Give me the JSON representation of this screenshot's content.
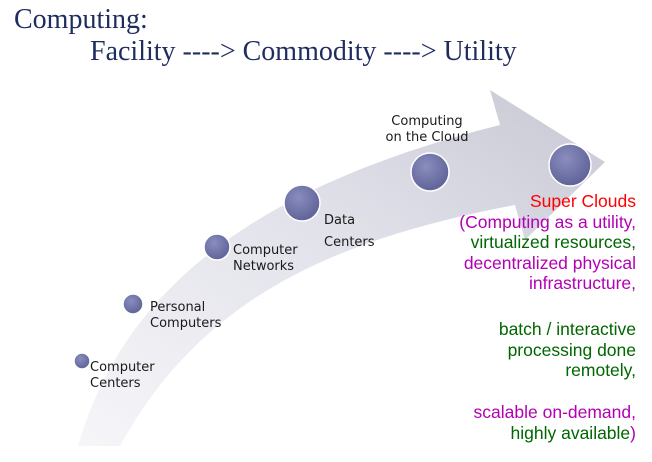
{
  "title": {
    "line1": "Computing:",
    "line2": "Facility ----> Commodity ----> Utility"
  },
  "stages": [
    {
      "lines": [
        "Computer",
        "Centers"
      ]
    },
    {
      "lines": [
        "Personal",
        "Computers"
      ]
    },
    {
      "lines": [
        "Computer",
        "Networks"
      ]
    },
    {
      "lines": [
        "Data",
        "Centers"
      ]
    },
    {
      "lines": [
        "Computing",
        "on the Cloud"
      ]
    }
  ],
  "super_clouds": {
    "heading": "Super Clouds",
    "paren_open": "(",
    "line1": "Computing as a utility,",
    "line2": "virtualized resources,",
    "line3": "decentralized physical",
    "line4": "infrastructure,",
    "line5": "batch / interactive",
    "line6": "processing done",
    "line7": "remotely,",
    "line8": "scalable on-demand,",
    "line9": "highly available",
    "paren_close": ")"
  },
  "colors": {
    "title": "#1f2d5e",
    "node_fill": "#6b6fa3",
    "node_stroke": "#ffffff",
    "arrow_light": "#f2f2f6",
    "arrow_dark": "#c8c8d4",
    "heading": "#ff0000",
    "magenta_text": "#b400b4",
    "green_text": "#006600"
  }
}
